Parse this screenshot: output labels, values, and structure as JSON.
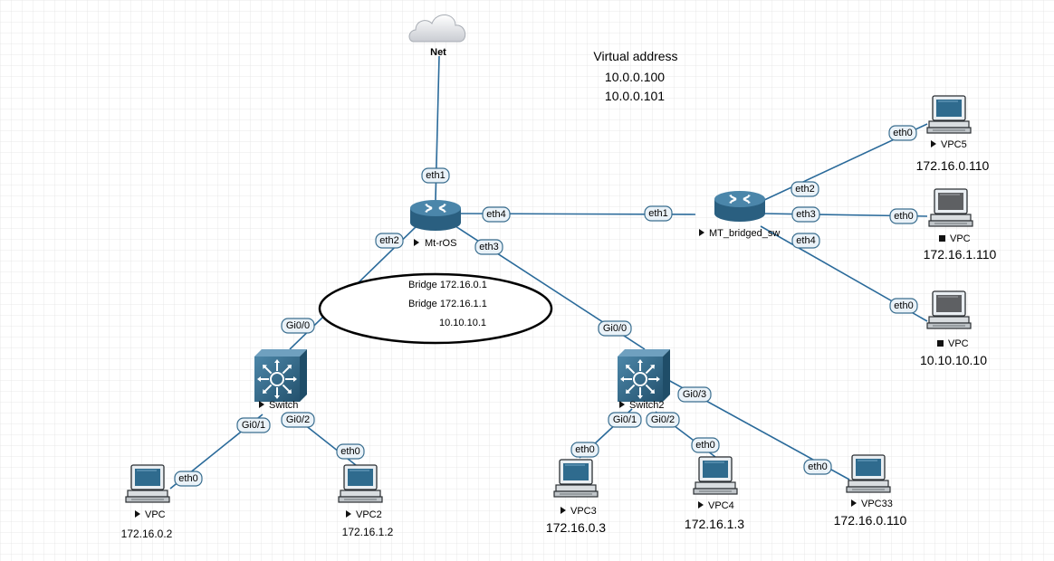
{
  "annotations": {
    "virtual_title": "Virtual address",
    "virtual_addr_1": "10.0.0.100",
    "virtual_addr_2": "10.0.0.101",
    "bridge_line_1": "Bridge 172.16.0.1",
    "bridge_line_2": "Bridge 172.16.1.1",
    "bridge_line_3": "10.10.10.1"
  },
  "nodes": {
    "net": {
      "label": "Net"
    },
    "router": {
      "label": "Mt-rOS"
    },
    "bridged_sw": {
      "label": "MT_bridged_sw"
    },
    "switch1": {
      "label": "Switch"
    },
    "switch2": {
      "label": "Switch2"
    },
    "vpc_left": {
      "label": "VPC",
      "address": "172.16.0.2"
    },
    "vpc2": {
      "label": "VPC2",
      "address": "172.16.1.2"
    },
    "vpc3": {
      "label": "VPC3",
      "address": "172.16.0.3"
    },
    "vpc4": {
      "label": "VPC4",
      "address": "172.16.1.3"
    },
    "vpc33": {
      "label": "VPC33",
      "address": "172.16.0.110"
    },
    "vpc5": {
      "label": "VPC5",
      "address": "172.16.0.110"
    },
    "vpc_mid": {
      "label": "VPC",
      "address": "172.16.1.110"
    },
    "vpc_low": {
      "label": "VPC",
      "address": "10.10.10.10"
    }
  },
  "ports": {
    "router_eth1": "eth1",
    "router_eth2": "eth2",
    "router_eth3": "eth3",
    "router_eth4": "eth4",
    "bsw_eth1": "eth1",
    "bsw_eth2": "eth2",
    "bsw_eth3": "eth3",
    "bsw_eth4": "eth4",
    "vpc5_eth0": "eth0",
    "vpcmid_eth0": "eth0",
    "vpclow_eth0": "eth0",
    "sw1_gi00": "Gi0/0",
    "sw1_gi01": "Gi0/1",
    "sw1_gi02": "Gi0/2",
    "vpcleft_eth0": "eth0",
    "vpc2_eth0": "eth0",
    "sw2_gi00": "Gi0/0",
    "sw2_gi01": "Gi0/1",
    "sw2_gi02": "Gi0/2",
    "sw2_gi03": "Gi0/3",
    "vpc3_eth0": "eth0",
    "vpc4_eth0": "eth0",
    "vpc33_eth0": "eth0"
  },
  "colors": {
    "grid": "#e3e3e3",
    "link": "#2a6a9a",
    "device": "#2f6b8e",
    "port_fill": "#eaf2f8"
  },
  "icons": {
    "cloud": "cloud-icon",
    "router": "router-icon",
    "switch": "switch-icon",
    "pc": "pc-icon",
    "play": "play-triangle",
    "stop": "stop-square"
  }
}
